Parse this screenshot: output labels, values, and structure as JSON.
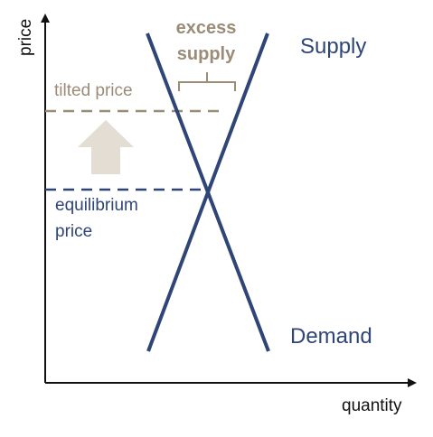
{
  "axes": {
    "x_label": "quantity",
    "y_label": "price"
  },
  "curves": {
    "supply_label": "Supply",
    "demand_label": "Demand"
  },
  "annotations": {
    "tilted_price": "tilted price",
    "equilibrium_line1": "equilibrium",
    "equilibrium_line2": "price",
    "excess_line1": "excess",
    "excess_line2": "supply"
  },
  "colors": {
    "curve": "#2f4577",
    "tilted": "#9b8c78",
    "arrow": "#e3ddd3",
    "axis": "#111111"
  }
}
